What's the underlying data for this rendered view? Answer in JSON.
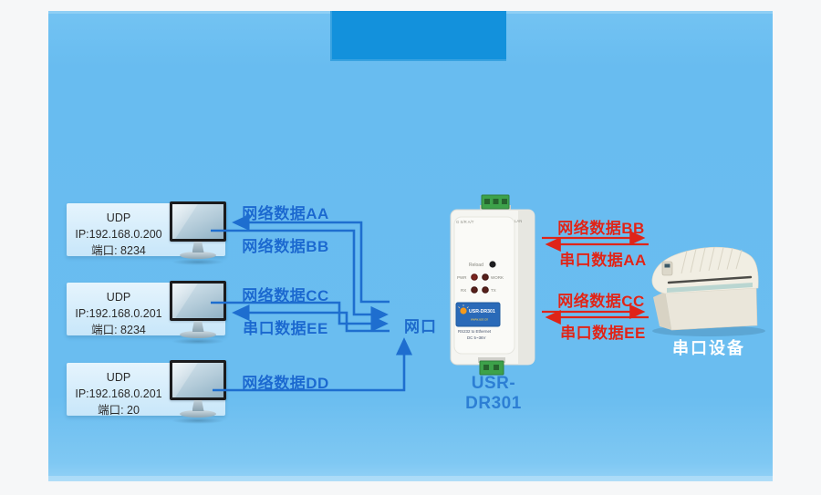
{
  "colors": {
    "canvas_blue": "#6abdf0",
    "accent_blue": "#1391dc",
    "flow_blue": "#1e6ecf",
    "flow_red": "#df2418",
    "caption_blue": "#2d7fd4"
  },
  "computers": [
    {
      "protocol": "UDP",
      "ip": "IP:192.168.0.200",
      "port": "端口: 8234"
    },
    {
      "protocol": "UDP",
      "ip": "IP:192.168.0.201",
      "port": "端口: 8234"
    },
    {
      "protocol": "UDP",
      "ip": "IP:192.168.0.201",
      "port": "端口: 20"
    }
  ],
  "flows_left": {
    "aa": "网络数据AA",
    "bb": "网络数据BB",
    "cc": "网络数据CC",
    "ee": "串口数据EE",
    "dd": "网络数据DD"
  },
  "network_port": "网口",
  "device": {
    "caption": "USR-DR301",
    "sticker_title": "USR-DR301",
    "sticker_url": "www.usr.cn",
    "line1": "RS232 to Ethernet",
    "line2": "DC 5~36V",
    "reload_label": "Reload",
    "led_pwr": "PWR",
    "led_work": "WORK",
    "led_rx": "RX",
    "led_tx": "TX",
    "top_label_left": "G S/R A/T",
    "top_label_right": "LAN"
  },
  "flows_right": {
    "net_bb": "网络数据BB",
    "ser_aa": "串口数据AA",
    "net_cc": "网络数据CC",
    "ser_ee": "串口数据EE"
  },
  "serial_device": "串口设备"
}
